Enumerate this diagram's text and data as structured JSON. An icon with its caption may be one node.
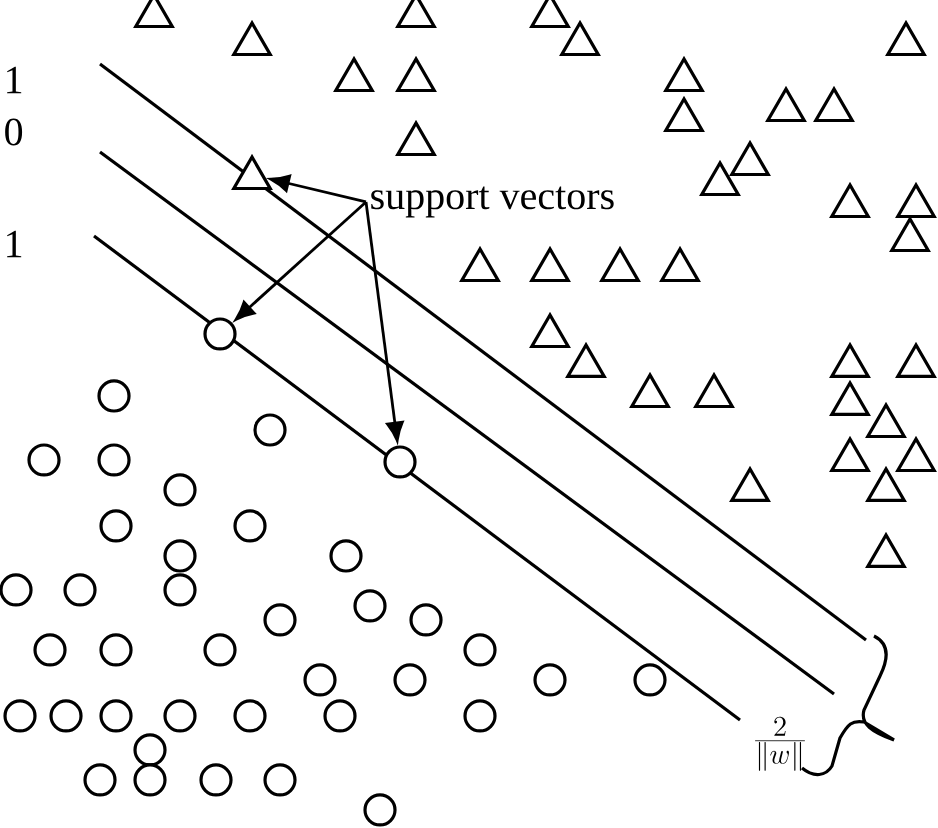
{
  "diagram": {
    "nodes": [
      {
        "text": [
          "support vectors"
        ]
      },
      {
        "text": [],
        "shape": "triangle"
      },
      {
        "text": [],
        "shape": "triangle"
      },
      {
        "text": [],
        "shape": "triangle"
      },
      {
        "text": [],
        "shape": "triangle"
      },
      {
        "text": [],
        "shape": "triangle"
      },
      {
        "text": [],
        "shape": "triangle"
      },
      {
        "text": [],
        "shape": "triangle"
      },
      {
        "text": [],
        "shape": "triangle"
      },
      {
        "text": [],
        "shape": "triangle"
      },
      {
        "text": [],
        "shape": "triangle"
      },
      {
        "text": [],
        "shape": "triangle"
      },
      {
        "text": [],
        "shape": "triangle"
      },
      {
        "text": [],
        "shape": "triangle"
      },
      {
        "text": [],
        "shape": "triangle"
      },
      {
        "text": [],
        "shape": "triangle"
      },
      {
        "text": [],
        "shape": "triangle"
      },
      {
        "text": [],
        "shape": "triangle"
      },
      {
        "text": [],
        "shape": "triangle"
      },
      {
        "text": [],
        "shape": "triangle"
      },
      {
        "text": [],
        "shape": "triangle"
      },
      {
        "text": [],
        "shape": "triangle"
      },
      {
        "text": [],
        "shape": "triangle"
      },
      {
        "text": [],
        "shape": "triangle"
      },
      {
        "text": [],
        "shape": "triangle"
      },
      {
        "text": [],
        "shape": "triangle"
      },
      {
        "text": [],
        "shape": "triangle"
      },
      {
        "text": [],
        "shape": "triangle"
      },
      {
        "text": [],
        "shape": "triangle"
      },
      {
        "text": [],
        "shape": "triangle"
      },
      {
        "text": [],
        "shape": "triangle"
      },
      {
        "text": [],
        "shape": "triangle"
      },
      {
        "text": [],
        "shape": "triangle"
      },
      {
        "text": [],
        "shape": "triangle"
      },
      {
        "text": [],
        "shape": "triangle"
      },
      {
        "text": [],
        "shape": "triangle"
      },
      {
        "text": [],
        "shape": "triangle"
      },
      {
        "text": [],
        "shape": "circle"
      },
      {
        "text": [],
        "shape": "circle"
      },
      {
        "text": [],
        "shape": "circle"
      },
      {
        "text": [],
        "shape": "circle"
      },
      {
        "text": [],
        "shape": "circle"
      },
      {
        "text": [],
        "shape": "circle"
      },
      {
        "text": [],
        "shape": "circle"
      },
      {
        "text": [],
        "shape": "circle"
      },
      {
        "text": [],
        "shape": "circle"
      },
      {
        "text": [],
        "shape": "circle"
      },
      {
        "text": [],
        "shape": "circle"
      },
      {
        "text": [],
        "shape": "circle"
      },
      {
        "text": [],
        "shape": "circle"
      },
      {
        "text": [],
        "shape": "circle"
      },
      {
        "text": [],
        "shape": "circle"
      },
      {
        "text": [],
        "shape": "circle"
      },
      {
        "text": [],
        "shape": "circle"
      },
      {
        "text": [],
        "shape": "circle"
      },
      {
        "text": [],
        "shape": "circle"
      },
      {
        "text": [],
        "shape": "circle"
      },
      {
        "text": [],
        "shape": "circle"
      },
      {
        "text": [],
        "shape": "circle"
      },
      {
        "text": [],
        "shape": "circle"
      },
      {
        "text": [],
        "shape": "circle"
      },
      {
        "text": [],
        "shape": "circle"
      },
      {
        "text": [],
        "shape": "circle"
      },
      {
        "text": [],
        "shape": "circle"
      },
      {
        "text": [],
        "shape": "circle"
      },
      {
        "text": [],
        "shape": "circle"
      },
      {
        "text": [],
        "shape": "circle"
      },
      {
        "text": [],
        "shape": "circle"
      },
      {
        "text": [],
        "shape": "circle"
      },
      {
        "text": [],
        "shape": "circle"
      },
      {
        "text": [],
        "shape": "circle"
      },
      {
        "text": [],
        "shape": "circle"
      },
      {
        "text": [],
        "shape": "circle"
      },
      {
        "text": [],
        "shape": "circle"
      },
      {
        "text": [],
        "shape": "circle"
      }
    ],
    "edges": [
      {
        "from": 0,
        "to": 1,
        "arrow": "to"
      },
      {
        "from": 0,
        "to": 37,
        "arrow": "to"
      },
      {
        "from": 0,
        "to": 38,
        "arrow": "to"
      }
    ],
    "labels": [
      "1",
      "0",
      "1",
      "\\frac{2}{\\|w\\|}"
    ]
  }
}
